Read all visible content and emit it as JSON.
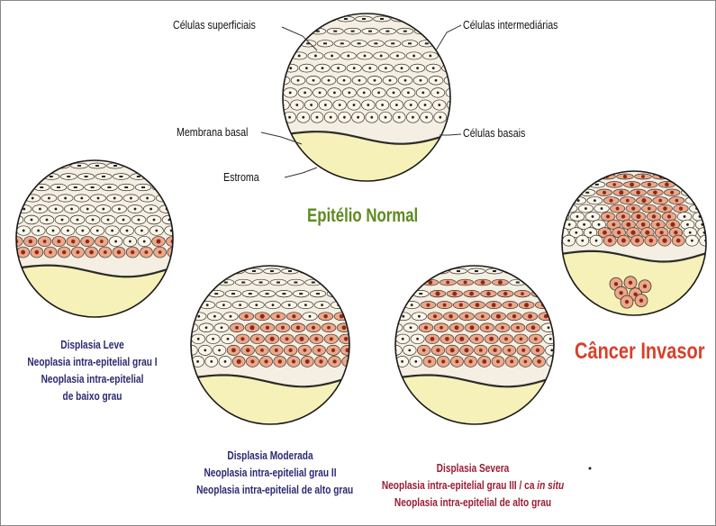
{
  "labels": {
    "superficiais": "Células superficiais",
    "intermediarias": "Células intermediárias",
    "membrana": "Membrana basal",
    "basais": "Células basais",
    "estroma": "Estroma"
  },
  "titles": {
    "normal": "Epitélio Normal",
    "invasor": "Câncer Invasor"
  },
  "captions": {
    "leve": [
      "Displasia Leve",
      "Neoplasia intra-epitelial grau I",
      "Neoplasia intra-epitelial",
      "de baixo grau"
    ],
    "moderada": [
      "Displasia Moderada",
      "Neoplasia intra-epitelial grau II",
      "Neoplasia intra-epitelial de alto grau"
    ],
    "severa": {
      "line1": "Displasia Severa",
      "line2_prefix": "Neoplasia intra-epitelial grau III  / ca ",
      "line2_italic": "in situ",
      "line3": "Neoplasia intra-epitelial de alto grau"
    }
  },
  "colors": {
    "normal_title": "#5e8a1e",
    "invasor_title": "#d8402a",
    "caption_blue": "#2b2a72",
    "caption_red": "#9a1d35",
    "stroma": "#f6f1b8",
    "atypical_cell": "#eda88a",
    "normal_cell": "#fbf6ea"
  }
}
